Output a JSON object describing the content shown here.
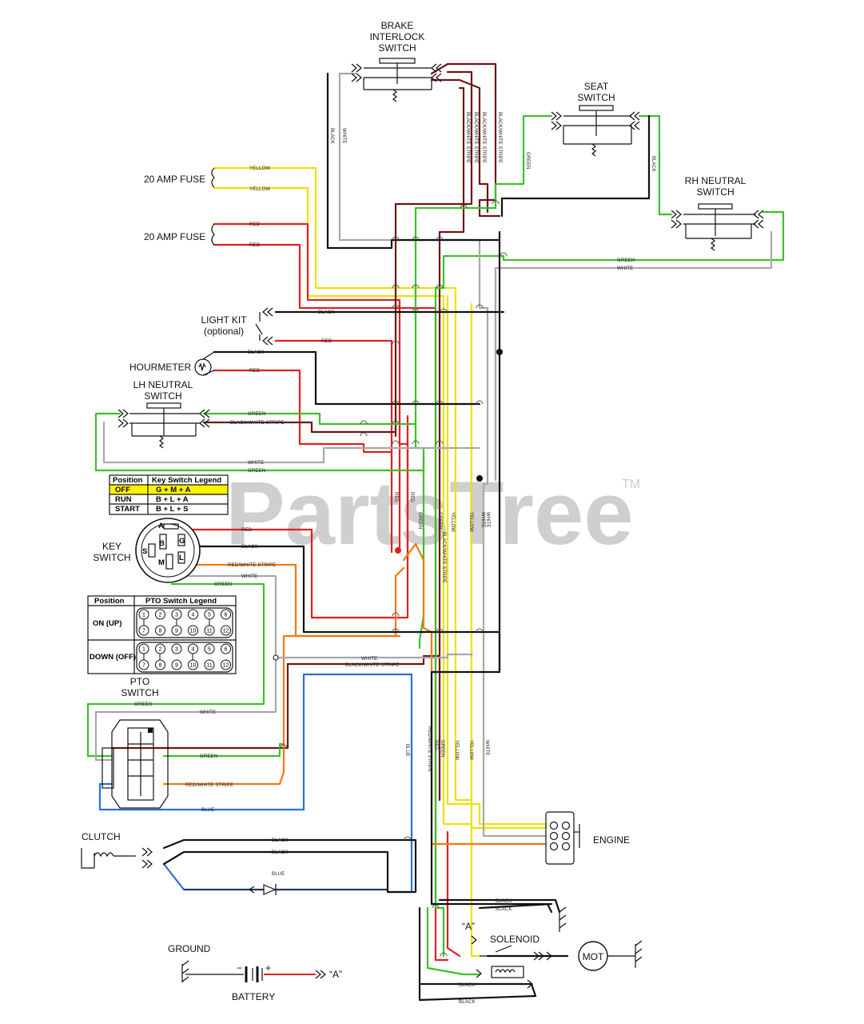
{
  "watermark": {
    "text": "PartsTree",
    "tm": "TM"
  },
  "colors": {
    "red": "#e02020",
    "black": "#111111",
    "white_wire": "#a8a8a8",
    "yellow": "#f0e000",
    "green": "#3cc02a",
    "blue": "#2a6fd8",
    "orange": "#ef7a10",
    "brown": "#6a1818"
  },
  "components": {
    "brake_switch": [
      "BRAKE",
      "INTERLOCK",
      "SWITCH"
    ],
    "seat_switch": [
      "SEAT",
      "SWITCH"
    ],
    "rh_neutral": [
      "RH NEUTRAL",
      "SWITCH"
    ],
    "fuse_1": "20 AMP FUSE",
    "fuse_2": "20 AMP FUSE",
    "light_kit": [
      "LIGHT KIT",
      "(optional)"
    ],
    "hourmeter": "HOURMETER",
    "lh_neutral": [
      "LH NEUTRAL",
      "SWITCH"
    ],
    "key_switch": [
      "KEY",
      "SWITCH"
    ],
    "pto_switch": [
      "PTO",
      "SWITCH"
    ],
    "clutch": "CLUTCH",
    "engine": "ENGINE",
    "solenoid": "SOLENOID",
    "ground": "GROUND",
    "battery": "BATTERY",
    "mot": "MOT",
    "term_a_1": "“A”",
    "term_a_2": "“A”",
    "plus": "+",
    "minus": "−"
  },
  "key_terminals": [
    "A",
    "B",
    "G",
    "S",
    "M",
    "L"
  ],
  "key_legend": {
    "headers": [
      "Position",
      "Key Switch Legend"
    ],
    "rows": [
      {
        "pos": "OFF",
        "val": "G + M + A",
        "highlight": true
      },
      {
        "pos": "RUN",
        "val": "B + L + A",
        "highlight": false
      },
      {
        "pos": "START",
        "val": "B + L + S",
        "highlight": false
      }
    ]
  },
  "pto_legend": {
    "headers": [
      "Position",
      "PTO Switch Legend"
    ],
    "rows": [
      {
        "pos": "ON (UP)",
        "top": [
          "1",
          "2",
          "3",
          "4",
          "5",
          "6"
        ],
        "bottom": [
          "7",
          "8",
          "9",
          "10",
          "11",
          "12"
        ]
      },
      {
        "pos": "DOWN (OFF)",
        "top": [
          "1",
          "2",
          "3",
          "4",
          "5",
          "6"
        ],
        "bottom": [
          "7",
          "8",
          "9",
          "10",
          "11",
          "12"
        ]
      }
    ]
  },
  "wire_labels": {
    "yellow": "YELLOW",
    "red": "RED",
    "black": "BLACK",
    "white": "WHITE",
    "green": "GREEN",
    "blue": "BLUE",
    "black_red": "BLACK/WHITE STRIPE",
    "red_white": "RED/WHITE STRIPE"
  }
}
